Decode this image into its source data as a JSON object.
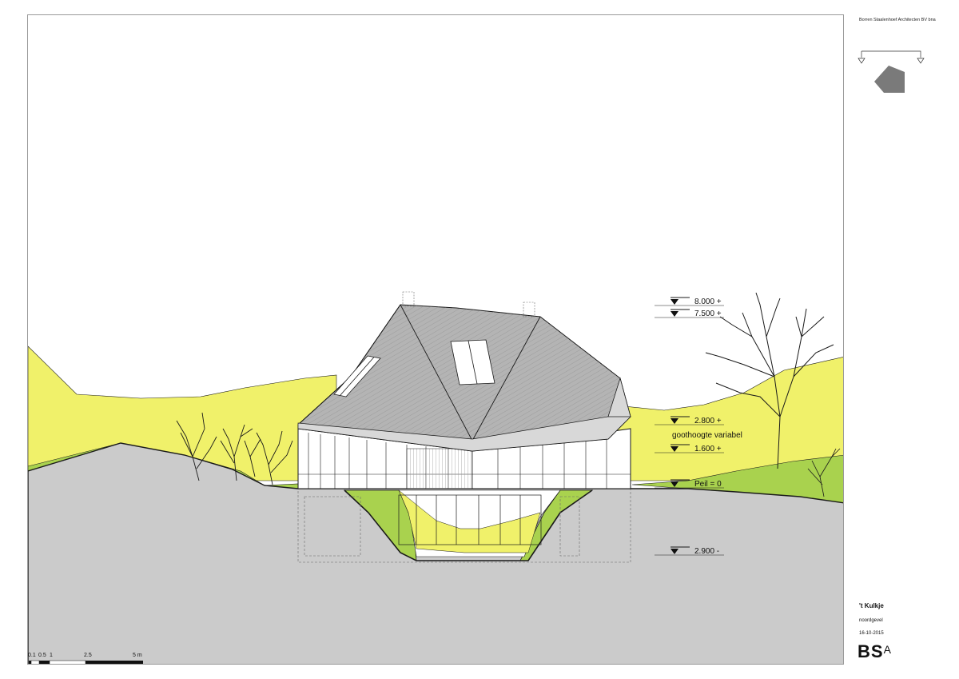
{
  "title_block": {
    "firm": "Borren Staalenhoef Architecten BV bna",
    "project": "'t Kulkje",
    "subject": "noordgevel",
    "date": "16-10-2015",
    "logo_main": "BS",
    "logo_sub": "A"
  },
  "levels": [
    {
      "label": "8.000 +"
    },
    {
      "label": "7.500 +"
    },
    {
      "label": "2.800 +"
    },
    {
      "label": "goothoogte variabel"
    },
    {
      "label": "1.600 +"
    },
    {
      "label": "Peil = 0"
    },
    {
      "label": "2.900 -"
    }
  ],
  "scale_bar": {
    "labels": [
      "0.1",
      "0.5",
      "1",
      "2.5",
      "5 m"
    ]
  },
  "colors": {
    "sky_hills": "#f0f16a",
    "grass": "#a9d24e",
    "ground": "#cbcbcb",
    "roof": "#b4b4b4",
    "facade": "#ffffff",
    "line": "#1a1a1a"
  }
}
